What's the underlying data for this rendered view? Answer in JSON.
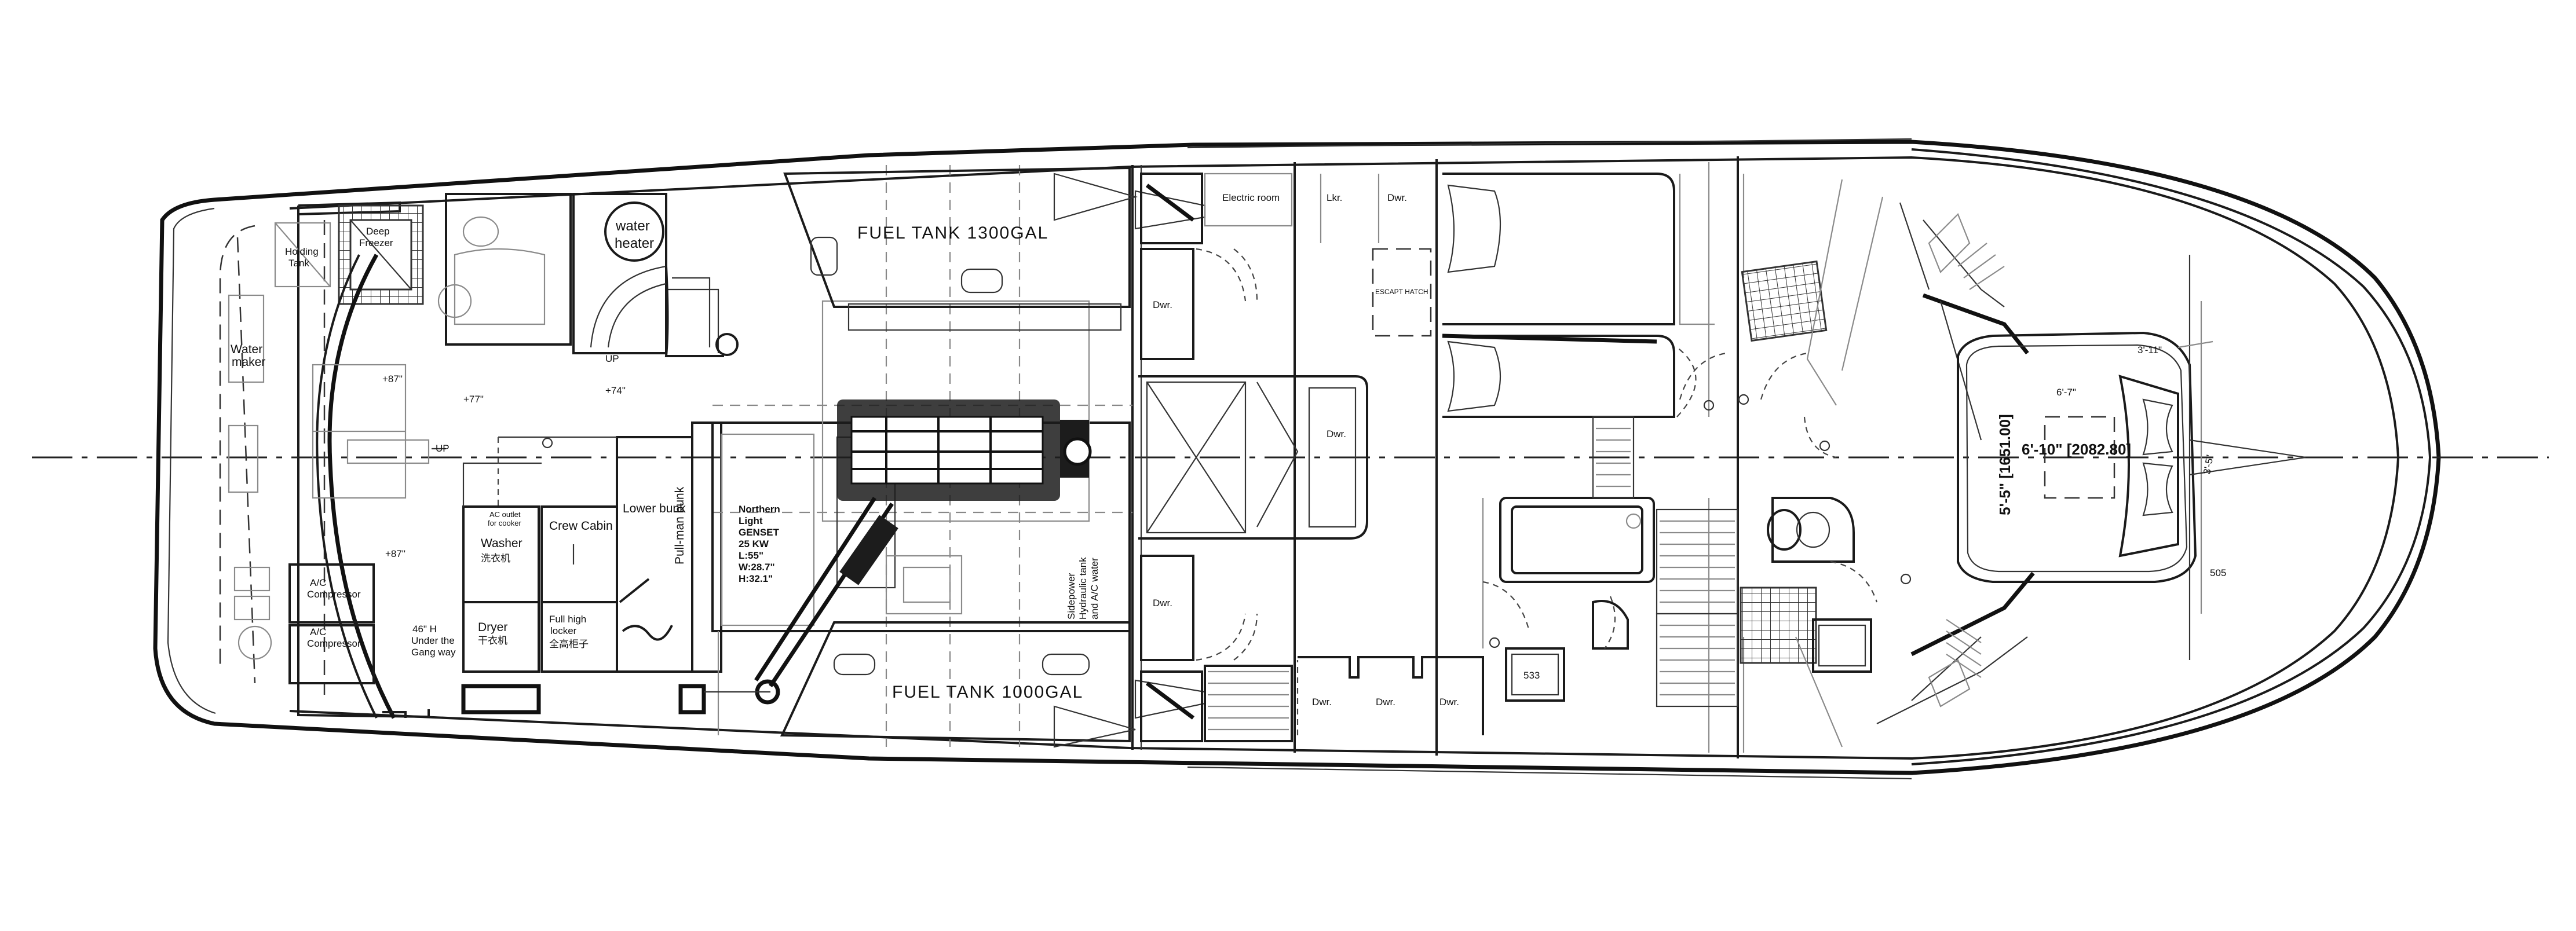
{
  "labels": {
    "fuel_tank_upper": "FUEL TANK 1300GAL",
    "fuel_tank_lower": "FUEL TANK 1000GAL",
    "water_heater_1": "water",
    "water_heater_2": "heater",
    "water_maker_1": "Water",
    "water_maker_2": "maker",
    "holding_1": "Holding",
    "holding_2": "Tank",
    "deep_freezer_1": "Deep",
    "deep_freezer_2": "Freezer",
    "ac_comp_upper_1": "A/C",
    "ac_comp_upper_2": "Compressor",
    "ac_comp_lower_1": "A/C",
    "ac_comp_lower_2": "Compressor",
    "ac_outlet_1": "AC outlet",
    "ac_outlet_2": "for cooker",
    "washer_en": "Washer",
    "washer_cn": "洗衣机",
    "dryer_en": "Dryer",
    "dryer_cn": "干衣机",
    "crew_cabin": "Crew Cabin",
    "lower_bunk": "Lower bunk",
    "pullman_bunk": "Pull-man bunk",
    "locker_1": "Full high",
    "locker_2": "locker",
    "locker_cn": "全高柜子",
    "gangway_1": "46\" H",
    "gangway_2": "Under the",
    "gangway_3": "Gang way",
    "genset_1": "Northern",
    "genset_2": "Light",
    "genset_3": "GENSET",
    "genset_4": "25  KW",
    "genset_5": "L:55\"",
    "genset_6": "W:28.7\"",
    "genset_7": "H:32.1\"",
    "sidepower_1": "Sidepower",
    "sidepower_2": "Hydraulic tank",
    "sidepower_3": "and A/C water",
    "electric_room": "Electric room",
    "lkr": "Lkr.",
    "dwr": "Dwr.",
    "escape_hatch": "ESCAPT HATCH",
    "elev_87_upper": "+87\"",
    "elev_77": "+77\"",
    "elev_74": "+74\"",
    "elev_87_lower": "+87\"",
    "up_1": "UP",
    "up_2": "UP",
    "dim_v": "5'-5\" [1651.00]",
    "dim_h": "6'-10\"  [2082.80]",
    "dim_small": "6'-7\"",
    "dim_angle": "3'-11\"",
    "dim_side": "3'-5\"",
    "dim_505": "505",
    "dim_533": "533"
  }
}
